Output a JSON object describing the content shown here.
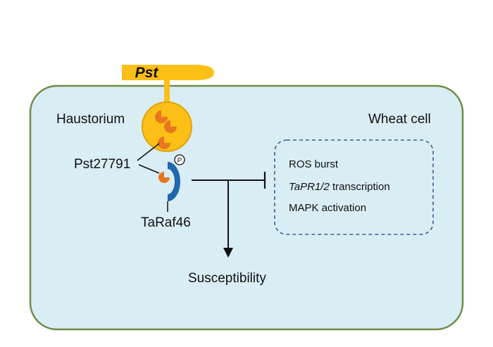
{
  "labels": {
    "pathogen": "Pst",
    "haustorium": "Haustorium",
    "host_cell": "Wheat cell",
    "effector": "Pst27791",
    "kinase": "TaRaf46",
    "phospho": "P",
    "outcome": "Susceptibility"
  },
  "immune_box": {
    "line1": "ROS burst",
    "line2_italic": "TaPR1/2",
    "line2_rest": " transcription",
    "line3": "MAPK activation"
  },
  "colors": {
    "cell_fill": "#d9edf4",
    "cell_stroke": "#6e8b45",
    "fungus_fill": "#fbbf16",
    "fungus_stroke": "#e0a30c",
    "effector_fill": "#e8771f",
    "kinase_fill": "#2067ae",
    "box_stroke": "#3c5e93",
    "line": "#111111"
  }
}
